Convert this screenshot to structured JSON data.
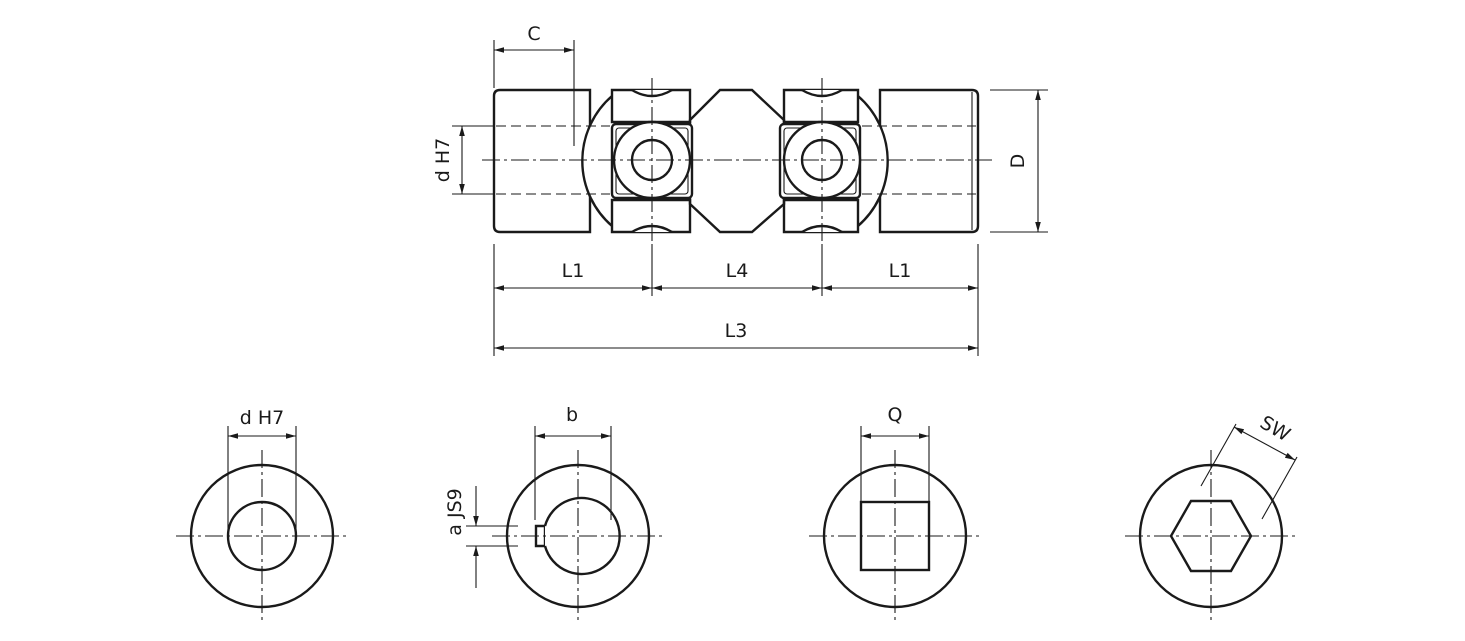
{
  "labels": {
    "c": "C",
    "d_h7_top": "d H7",
    "d_outer": "D",
    "l1_left": "L1",
    "l4": "L4",
    "l1_right": "L1",
    "l3": "L3",
    "d_h7_bore": "d H7",
    "b_key": "b",
    "a_js9": "a JS9",
    "q_square": "Q",
    "sw_hex": "SW"
  },
  "colors": {
    "line": "#1a1a1a",
    "background": "#ffffff"
  }
}
